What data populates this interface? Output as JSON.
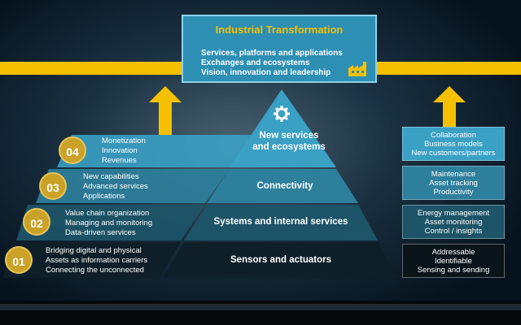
{
  "top": {
    "title": "Industrial Transformation",
    "lines": [
      "Services, platforms and applications",
      "Exchanges and ecosystems",
      "Vision, innovation and leadership"
    ],
    "icon": "factory-icon"
  },
  "levels": [
    {
      "number": "04",
      "items": [
        "Monetization",
        "Innovation",
        "Revenues"
      ],
      "layer": "New services and ecosystems",
      "layer_lines": [
        "New services",
        "and ecosystems"
      ],
      "color": "#3aa0c4"
    },
    {
      "number": "03",
      "items": [
        "New capabilities",
        "Advanced services",
        "Applications"
      ],
      "layer": "Connectivity",
      "color": "#2e7f9c"
    },
    {
      "number": "02",
      "items": [
        "Value chain organization",
        "Managing and monitoring",
        "Data-driven services"
      ],
      "layer": "Systems and internal services",
      "color": "#1d5468"
    },
    {
      "number": "01",
      "items": [
        "Bridging digital and physical",
        "Assets as information carriers",
        "Connecting the unconnected"
      ],
      "layer": "Sensors and actuators",
      "color": "#0f1f29"
    }
  ],
  "right_column": [
    {
      "items": [
        "Collaboration",
        "Business models",
        "New customers/partners"
      ],
      "color": "#3aa0c4"
    },
    {
      "items": [
        "Maintenance",
        "Asset tracking",
        "Productivity"
      ],
      "color": "#2e7f9c"
    },
    {
      "items": [
        "Energy management",
        "Asset monitoring",
        "Control / insights"
      ],
      "color": "#1d5468"
    },
    {
      "items": [
        "Addressable",
        "Identifiable",
        "Sensing and sending"
      ],
      "color": "#0a141b"
    }
  ],
  "accent_color": "#f5c000",
  "gear_icon": "gear-icon"
}
